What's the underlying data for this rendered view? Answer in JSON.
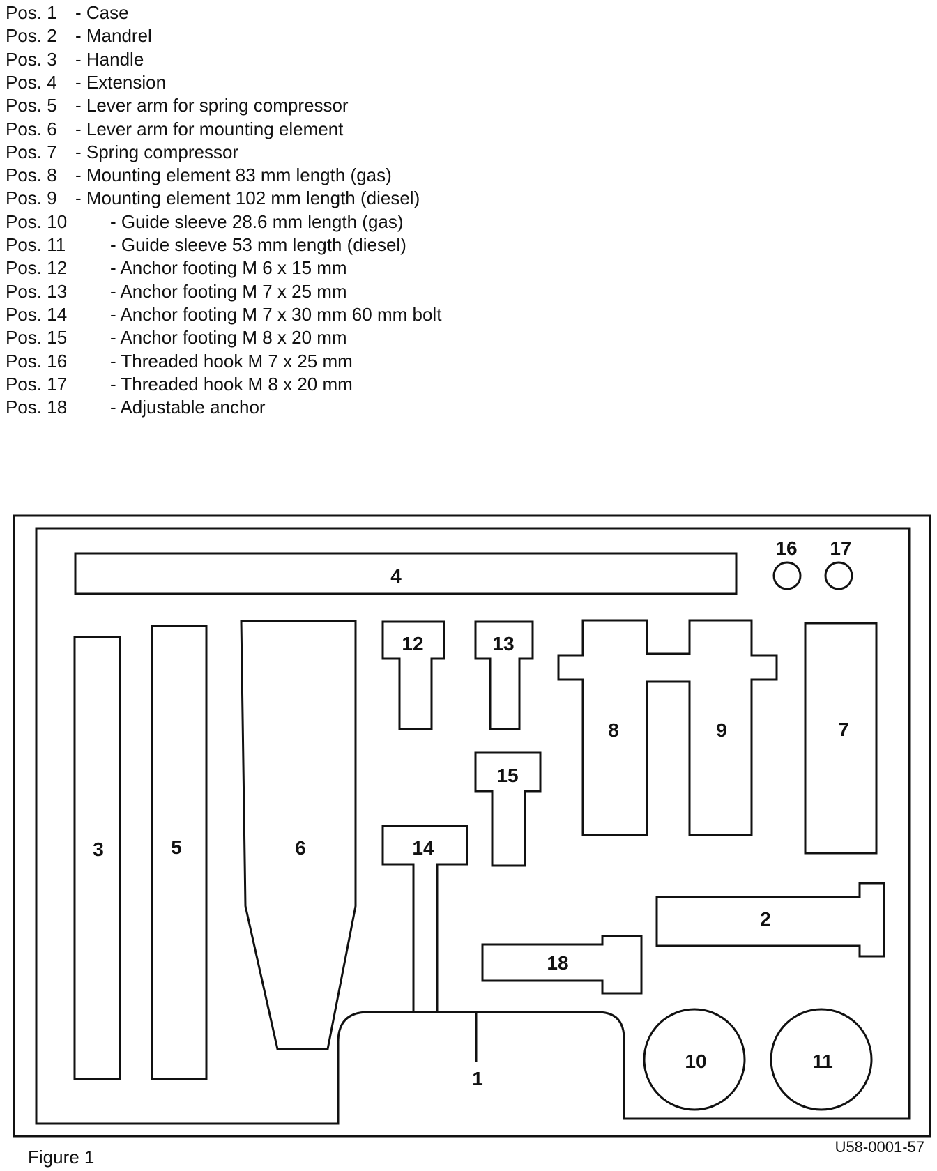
{
  "legend": [
    {
      "pos": "Pos. 1",
      "desc": "- Case"
    },
    {
      "pos": "Pos. 2",
      "desc": "- Mandrel"
    },
    {
      "pos": "Pos. 3",
      "desc": "- Handle"
    },
    {
      "pos": "Pos. 4",
      "desc": "- Extension"
    },
    {
      "pos": "Pos. 5",
      "desc": "- Lever arm for spring compressor"
    },
    {
      "pos": "Pos. 6",
      "desc": "- Lever arm for mounting element"
    },
    {
      "pos": "Pos. 7",
      "desc": "- Spring compressor"
    },
    {
      "pos": "Pos. 8",
      "desc": "- Mounting element 83 mm length (gas)"
    },
    {
      "pos": "Pos. 9",
      "desc": "- Mounting element 102 mm length (diesel)"
    },
    {
      "pos": "Pos. 10",
      "desc": "- Guide sleeve 28.6 mm length (gas)"
    },
    {
      "pos": "Pos. 11",
      "desc": "- Guide sleeve 53 mm length (diesel)"
    },
    {
      "pos": "Pos. 12",
      "desc": "- Anchor footing M 6 x 15 mm"
    },
    {
      "pos": "Pos. 13",
      "desc": "- Anchor footing M 7 x 25 mm"
    },
    {
      "pos": "Pos. 14",
      "desc": "- Anchor footing M 7 x 30 mm 60 mm bolt"
    },
    {
      "pos": "Pos. 15",
      "desc": "- Anchor footing M 8 x 20 mm"
    },
    {
      "pos": "Pos. 16",
      "desc": "- Threaded hook M 7 x 25 mm"
    },
    {
      "pos": "Pos. 17",
      "desc": "- Threaded hook M 8 x 20 mm"
    },
    {
      "pos": "Pos. 18",
      "desc": "- Adjustable anchor"
    }
  ],
  "diagram": {
    "labels": {
      "p1": "1",
      "p2": "2",
      "p3": "3",
      "p4": "4",
      "p5": "5",
      "p6": "6",
      "p7": "7",
      "p8": "8",
      "p9": "9",
      "p10": "10",
      "p11": "11",
      "p12": "12",
      "p13": "13",
      "p14": "14",
      "p15": "15",
      "p16": "16",
      "p17": "17",
      "p18": "18"
    }
  },
  "caption": "Figure 1",
  "code": "U58-0001-57"
}
